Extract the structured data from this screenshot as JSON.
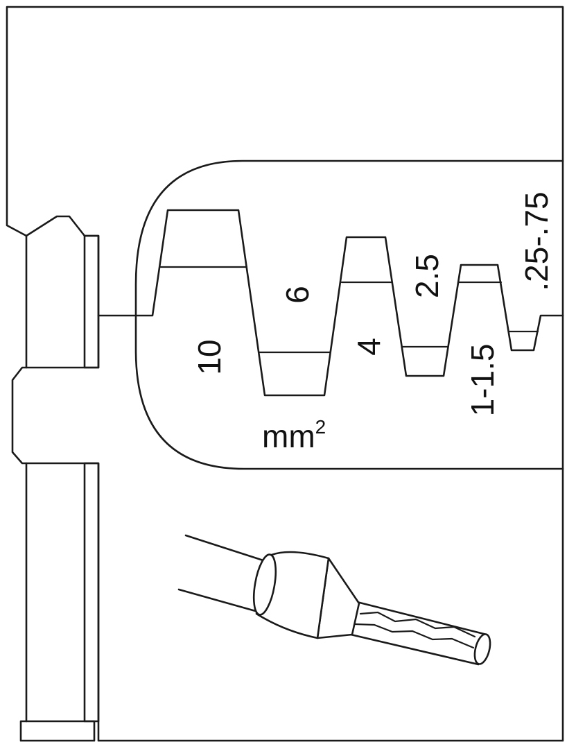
{
  "diagram": {
    "labels": {
      "size_10": "10",
      "size_6": "6",
      "size_4": "4",
      "size_2_5": "2.5",
      "size_1_1_5": "1-1.5",
      "size_025_075": ".25-.75"
    },
    "unit": {
      "base": "mm",
      "exponent": "2"
    }
  },
  "colors": {
    "line": "#1a1a1a",
    "background": "#ffffff"
  }
}
